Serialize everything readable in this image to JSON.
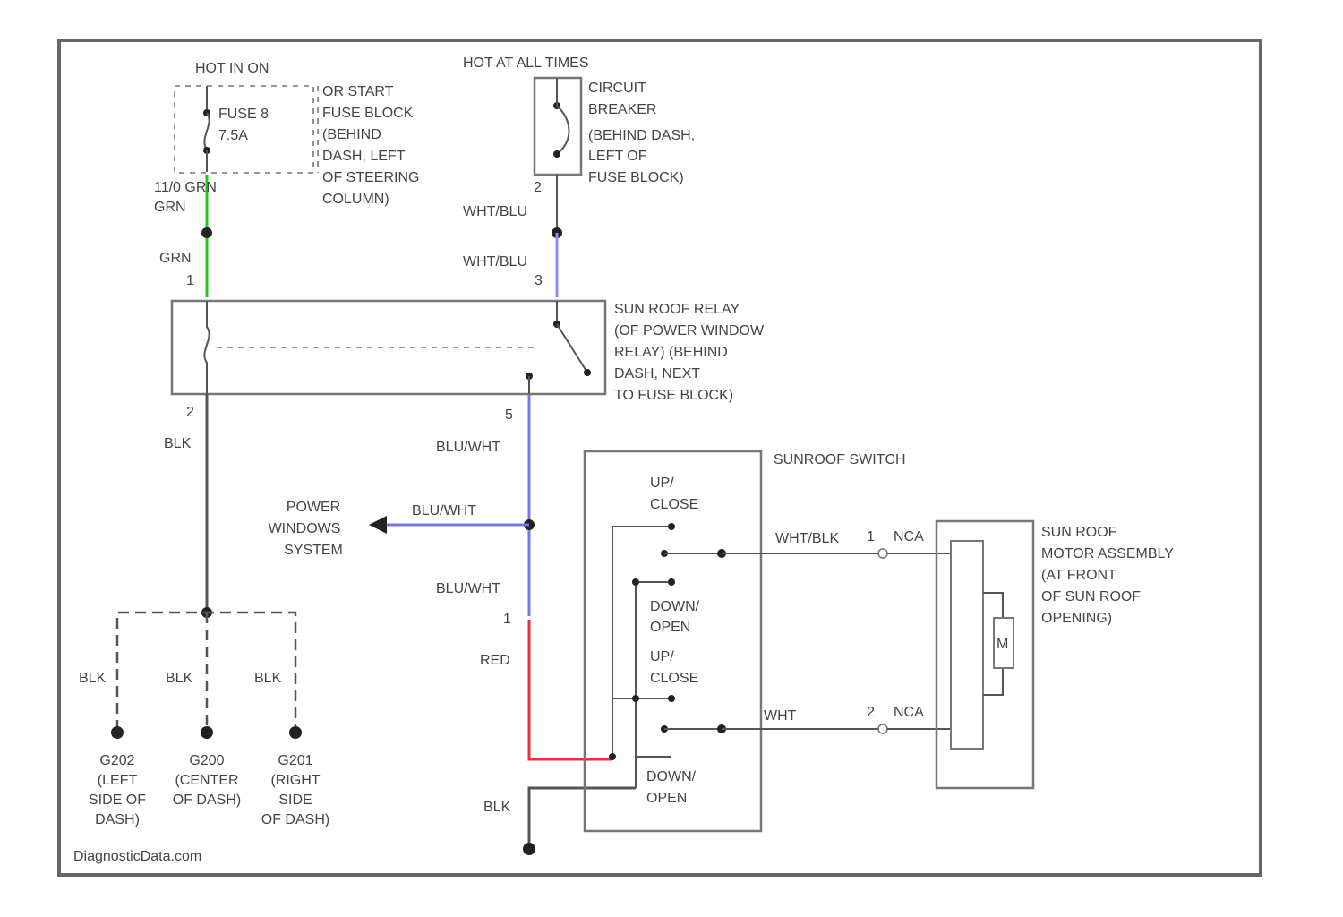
{
  "colors": {
    "grn": "#22c322",
    "wht_blu": "#8d8df0",
    "blu_wht": "#7676e8",
    "red": "#e8303a",
    "blk": "#555555",
    "frame": "#777777"
  },
  "labels": {
    "hot_in_on": "HOT IN ON",
    "hot_at_all_times": "HOT AT ALL TIMES",
    "fuse_name": "FUSE 8",
    "fuse_rating": "7.5A",
    "fuse_block": [
      "OR START",
      "FUSE BLOCK",
      "(BEHIND",
      "DASH, LEFT",
      "OF STEERING",
      "COLUMN)"
    ],
    "circuit_breaker": [
      "CIRCUIT",
      "BREAKER",
      "(BEHIND DASH,",
      "LEFT OF",
      "FUSE BLOCK)"
    ],
    "relay": [
      "SUN ROOF RELAY",
      "(OF POWER WINDOW",
      "RELAY) (BEHIND",
      "DASH, NEXT",
      "TO FUSE BLOCK)"
    ],
    "sunroof_switch": "SUNROOF SWITCH",
    "motor": [
      "SUN ROOF",
      "MOTOR ASSEMBLY",
      "(AT FRONT",
      "OF SUN ROOF",
      "OPENING)"
    ],
    "power_windows": [
      "POWER",
      "WINDOWS",
      "SYSTEM"
    ],
    "sw_up_close_1": [
      "UP/",
      "CLOSE"
    ],
    "sw_down_open_1": [
      "DOWN/",
      "OPEN"
    ],
    "sw_up_close_2": [
      "UP/",
      "CLOSE"
    ],
    "sw_down_open_2": [
      "DOWN/",
      "OPEN"
    ],
    "motor_symbol": "M",
    "g_left": [
      "G202",
      "(LEFT",
      "SIDE OF",
      "DASH)"
    ],
    "g_center": [
      "G200",
      "(CENTER",
      "OF DASH)"
    ],
    "g_right": [
      "G201",
      "(RIGHT",
      "SIDE",
      "OF DASH)"
    ],
    "watermark": "DiagnosticData.com"
  },
  "wires": {
    "grn_upper": "11/0 GRN",
    "grn_lower": "GRN",
    "wht_blu_upper": "WHT/BLU",
    "wht_blu_lower": "WHT/BLU",
    "blk_relay": "BLK",
    "blu_wht_relay": "BLU/WHT",
    "blu_wht_windows": "BLU/WHT",
    "blu_wht_lower": "BLU/WHT",
    "red": "RED",
    "blk_switch": "BLK",
    "wht_blk_motor": "WHT/BLK",
    "wht_motor": "WHT",
    "blk_g1": "BLK",
    "blk_g2": "BLK",
    "blk_g3": "BLK"
  },
  "pins": {
    "relay_1": "1",
    "relay_2": "2",
    "relay_3": "3",
    "relay_5": "5",
    "cb_2": "2",
    "switch_in": "1",
    "motor_1": "1",
    "motor_2": "2",
    "nca_1": "NCA",
    "nca_2": "NCA"
  }
}
